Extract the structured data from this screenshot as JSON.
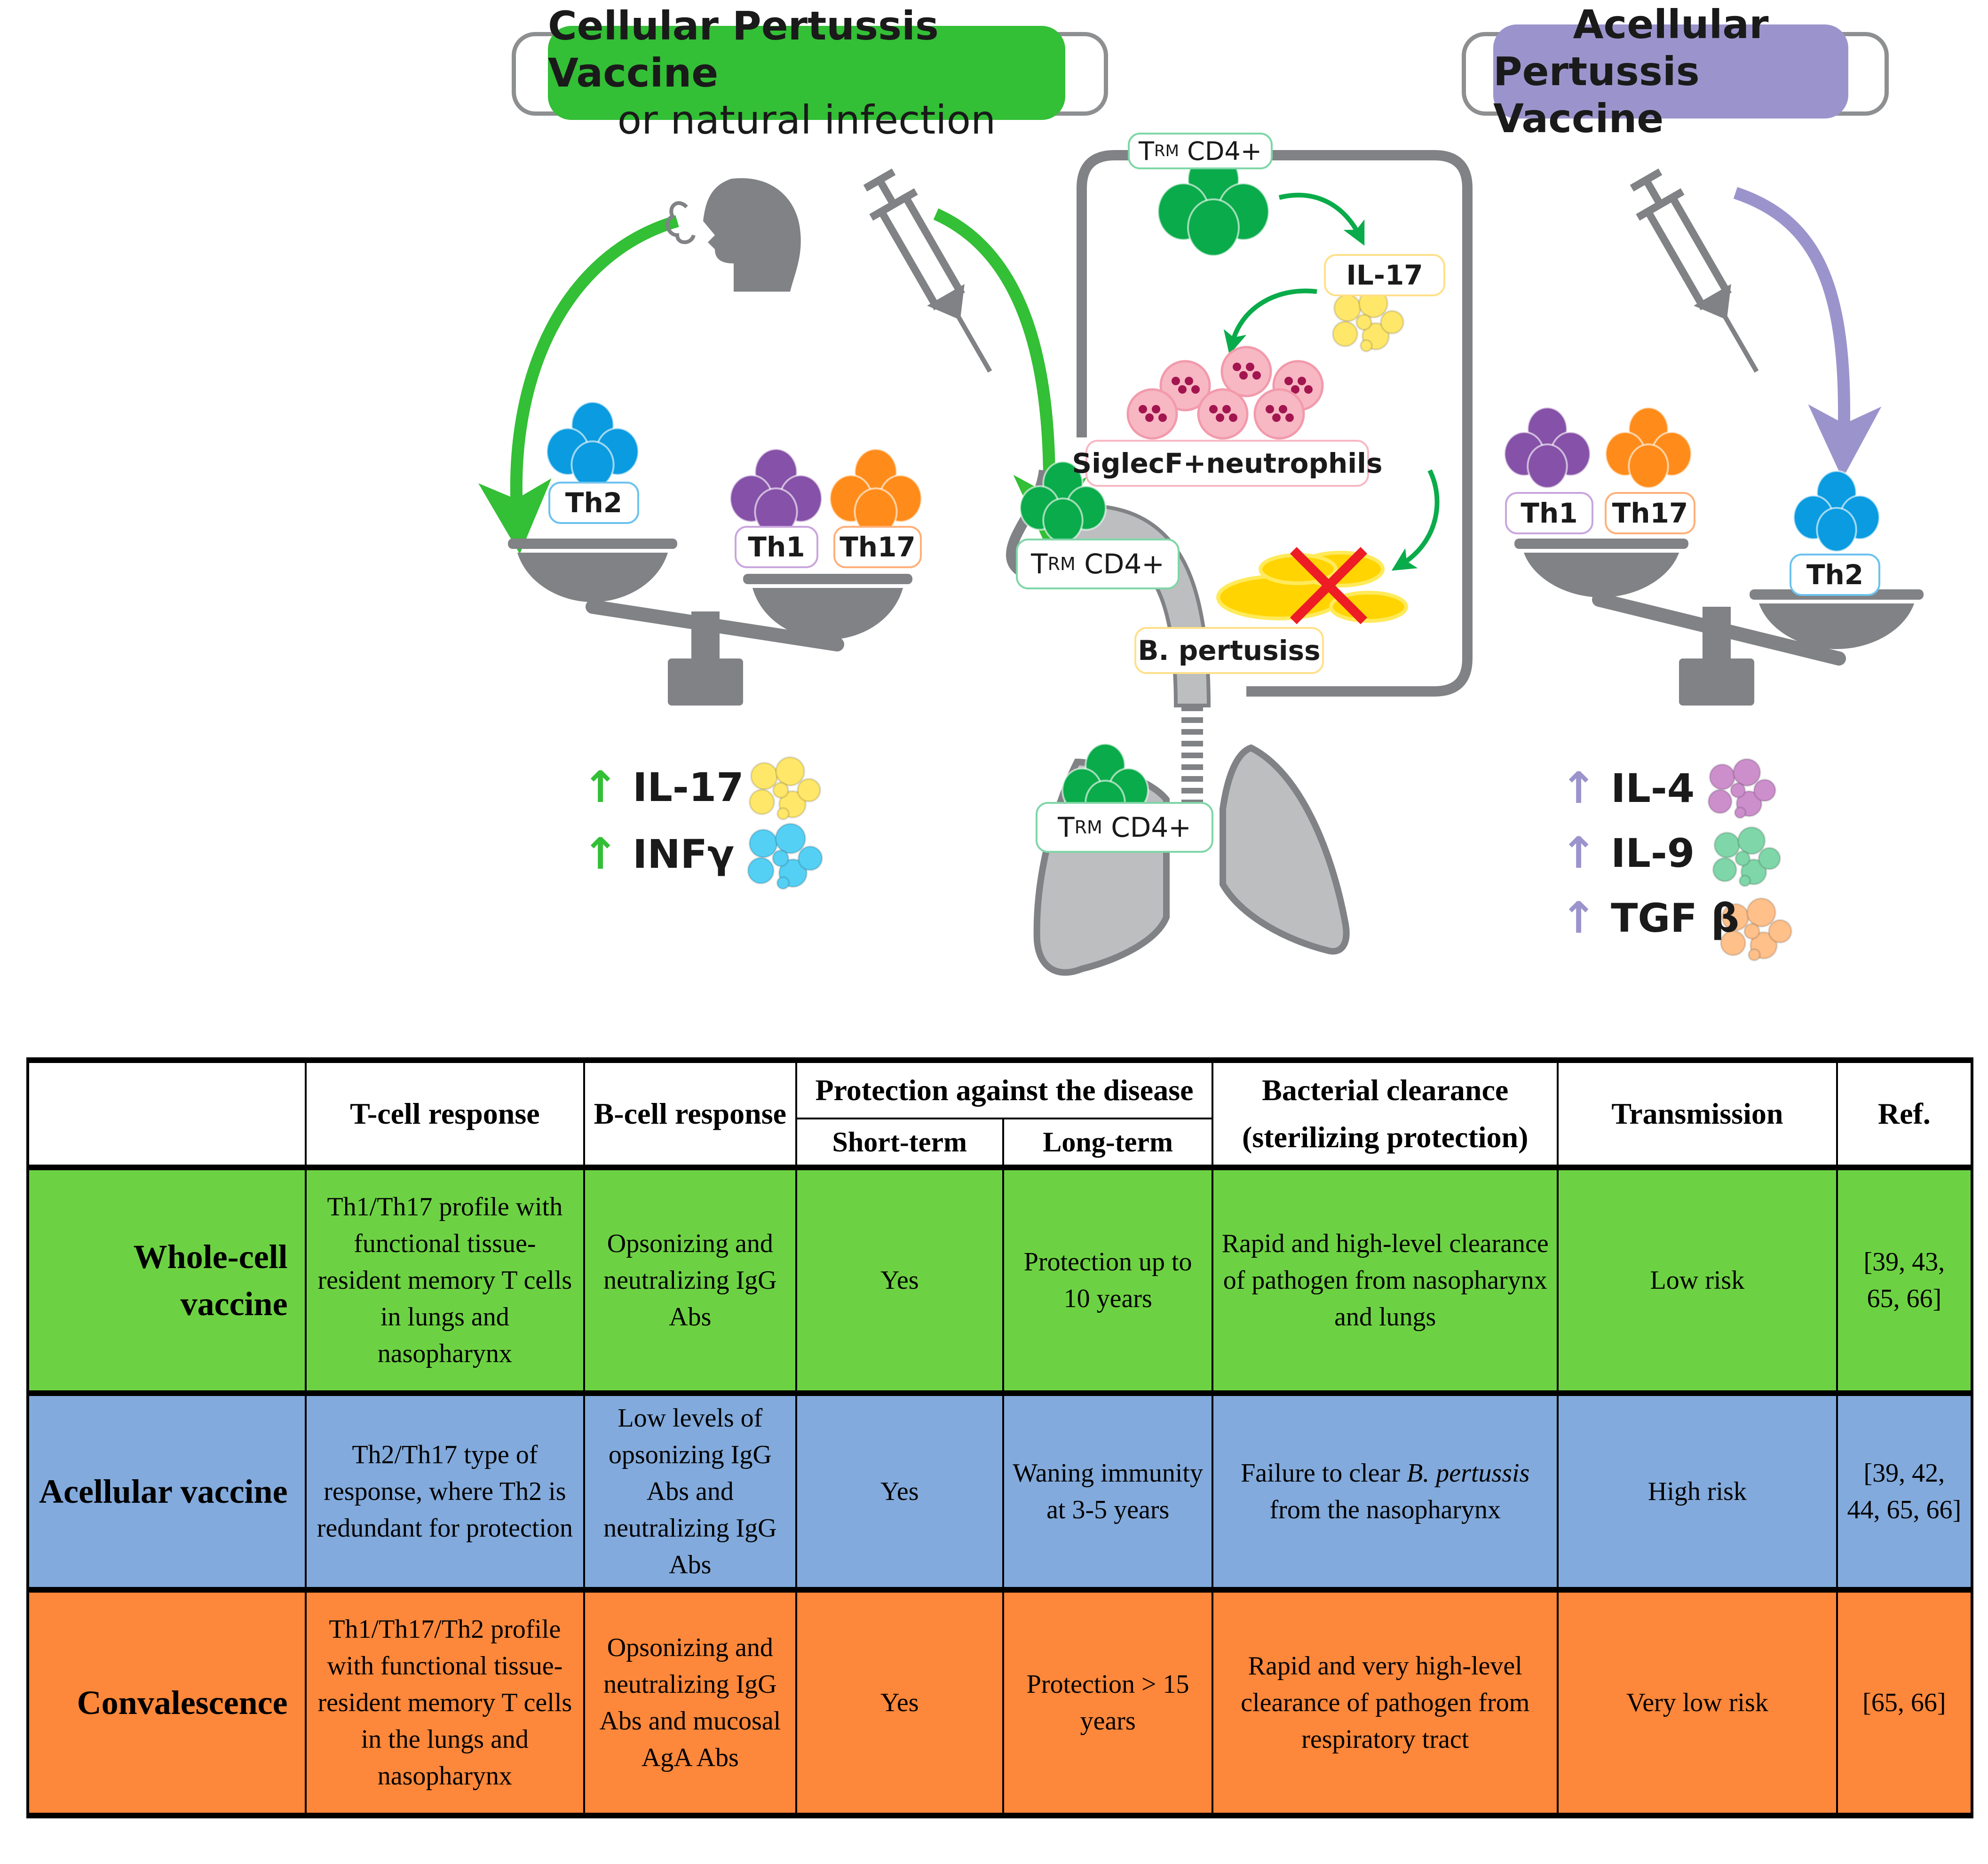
{
  "diagram": {
    "left_panel": {
      "title_line1": "Cellular Pertussis Vaccine",
      "title_line2": "or natural infection",
      "color": "#33bf36",
      "scale_heavy": "Th2",
      "scale_light": [
        "Th1",
        "Th17"
      ],
      "cytokines": [
        {
          "label": "IL-17",
          "direction": "up",
          "color": "#ffe76a"
        },
        {
          "label": "INFγ",
          "direction": "up",
          "color": "#55d0f5"
        }
      ],
      "arrow_color": "#33bf36"
    },
    "right_panel": {
      "title_line1": "Acellular",
      "title_line2": "Pertussis Vaccine",
      "color": "#9b94cc",
      "scale_heavy": [
        "Th1",
        "Th17"
      ],
      "scale_light": "Th2",
      "cytokines": [
        {
          "label": "IL-4",
          "direction": "up",
          "color": "#cc8fcc"
        },
        {
          "label": "IL-9",
          "direction": "up",
          "color": "#7fd6a8"
        },
        {
          "label": "TGF β",
          "direction": "up",
          "color": "#ffc08a"
        }
      ],
      "arrow_color": "#9b94cc"
    },
    "center_panel": {
      "trm_label_main": "T",
      "trm_label_sub": "RM",
      "trm_label_suffix": "CD4+",
      "il17_label": "IL-17",
      "neutrophils_label": "SiglecF+neutrophils",
      "bacteria_label": "B. pertusiss"
    },
    "cell_labels": {
      "th1": "Th1",
      "th2": "Th2",
      "th17": "Th17"
    },
    "colors": {
      "th1": "#8651a8",
      "th2": "#0a9be0",
      "th17": "#ff8c1a",
      "trm": "#0aab4a",
      "neutrophil": "#f7b8c4",
      "grey": "#808285",
      "lung_light": "#bcbec0"
    }
  },
  "table": {
    "headers": {
      "col1": "",
      "tcell": "T-cell response",
      "bcell": "B-cell response",
      "protection": "Protection against the disease",
      "short_term": "Short-term",
      "long_term": "Long-term",
      "clearance": "Bacterial clearance (sterilizing protection)",
      "transmission": "Transmission",
      "ref": "Ref."
    },
    "rows": [
      {
        "name": "Whole-cell vaccine",
        "color": "#6dd243",
        "tcell": "Th1/Th17 profile with functional tissue-resident memory T cells in lungs and nasopharynx",
        "bcell": "Opsonizing and neutralizing IgG Abs",
        "short_term": "Yes",
        "long_term": "Protection up to 10 years",
        "clearance_pre": "Rapid and high-level clearance of pathogen from nasopharynx and lungs",
        "clearance_italic": "",
        "clearance_post": "",
        "transmission": "Low risk",
        "ref": "[39, 43, 65, 66]"
      },
      {
        "name": "Acellular vaccine",
        "color": "#82aadc",
        "tcell": "Th2/Th17 type of response, where Th2 is redundant for protection",
        "bcell": "Low levels of opsonizing IgG Abs and neutralizing IgG Abs",
        "short_term": "Yes",
        "long_term": "Waning immunity at 3-5 years",
        "clearance_pre": "Failure to clear ",
        "clearance_italic": "B. pertussis",
        "clearance_post": " from the nasopharynx",
        "transmission": "High risk",
        "ref": "[39, 42, 44, 65, 66]"
      },
      {
        "name": "Convalescence",
        "color": "#fd873a",
        "tcell": "Th1/Th17/Th2 profile with functional tissue-resident memory T cells in the lungs and nasopharynx",
        "bcell": "Opsonizing and neutralizing IgG Abs and mucosal AgA Abs",
        "short_term": "Yes",
        "long_term": "Protection > 15 years",
        "clearance_pre": "Rapid and very high-level clearance of pathogen from respiratory tract",
        "clearance_italic": "",
        "clearance_post": "",
        "transmission": "Very low risk",
        "ref": "[65, 66]"
      }
    ]
  }
}
